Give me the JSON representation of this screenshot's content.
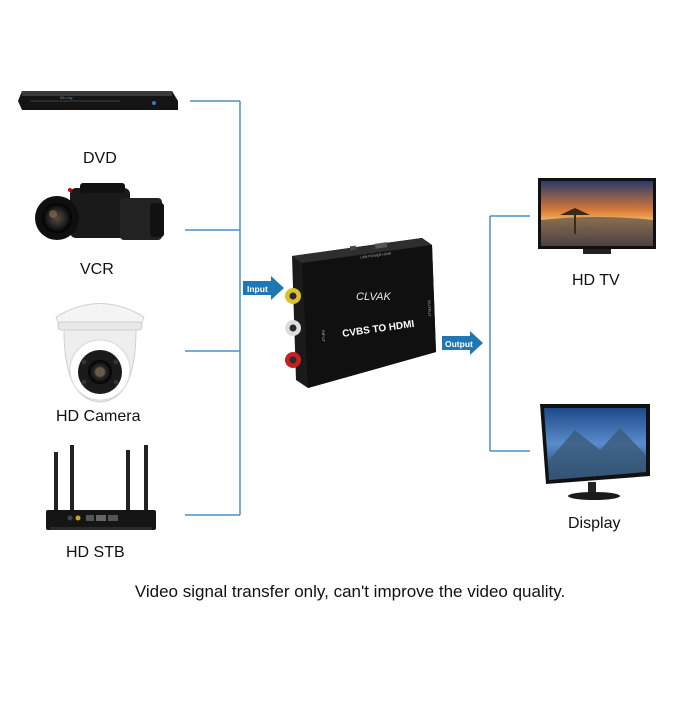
{
  "sources": [
    {
      "label": "DVD",
      "icon": "dvd-player-icon"
    },
    {
      "label": "VCR",
      "icon": "camcorder-icon"
    },
    {
      "label": "HD Camera",
      "icon": "dome-camera-icon"
    },
    {
      "label": "HD STB",
      "icon": "set-top-box-icon"
    }
  ],
  "outputs": [
    {
      "label": "HD TV",
      "icon": "tv-icon"
    },
    {
      "label": "Display",
      "icon": "monitor-icon"
    }
  ],
  "converter": {
    "brand": "CLVAK",
    "name": "CVBS TO HDMI",
    "input_side": "INPUT",
    "output_side": "OUTPUT",
    "top_label": "USB POWER   HDMI"
  },
  "arrows": {
    "input": "Input",
    "output": "Output"
  },
  "caption": "Video signal transfer only, can't improve the video quality.",
  "colors": {
    "connector": "#4a8fc4",
    "arrow": "#1f78b4",
    "device": "#141414"
  }
}
